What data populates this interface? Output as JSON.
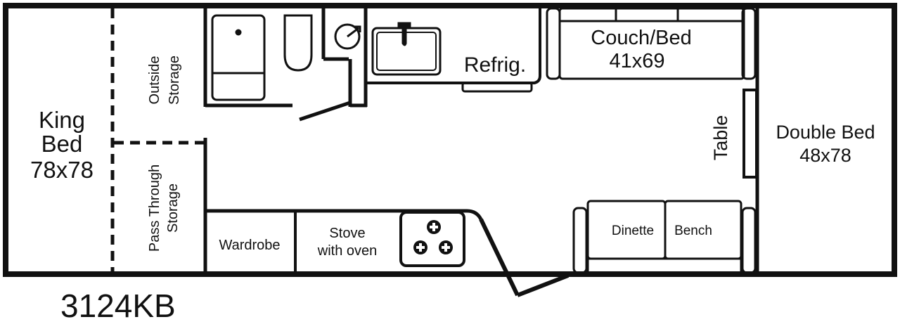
{
  "model": "3124KB",
  "rooms": {
    "king_bed": {
      "name_line1": "King",
      "name_line2": "Bed",
      "size": "78x78"
    },
    "outside_storage": {
      "line1": "Outside",
      "line2": "Storage"
    },
    "pass_through_storage": {
      "line1": "Pass Through",
      "line2": "Storage"
    },
    "refrigerator": "Refrig.",
    "couch_bed": {
      "name": "Couch/Bed",
      "size": "41x69"
    },
    "table": "Table",
    "double_bed": {
      "name": "Double Bed",
      "size": "48x78"
    },
    "wardrobe": "Wardrobe",
    "stove": {
      "line1": "Stove",
      "line2": "with oven"
    },
    "dinette": "Dinette",
    "bench": "Bench"
  },
  "colors": {
    "line": "#111111",
    "background": "#ffffff"
  }
}
